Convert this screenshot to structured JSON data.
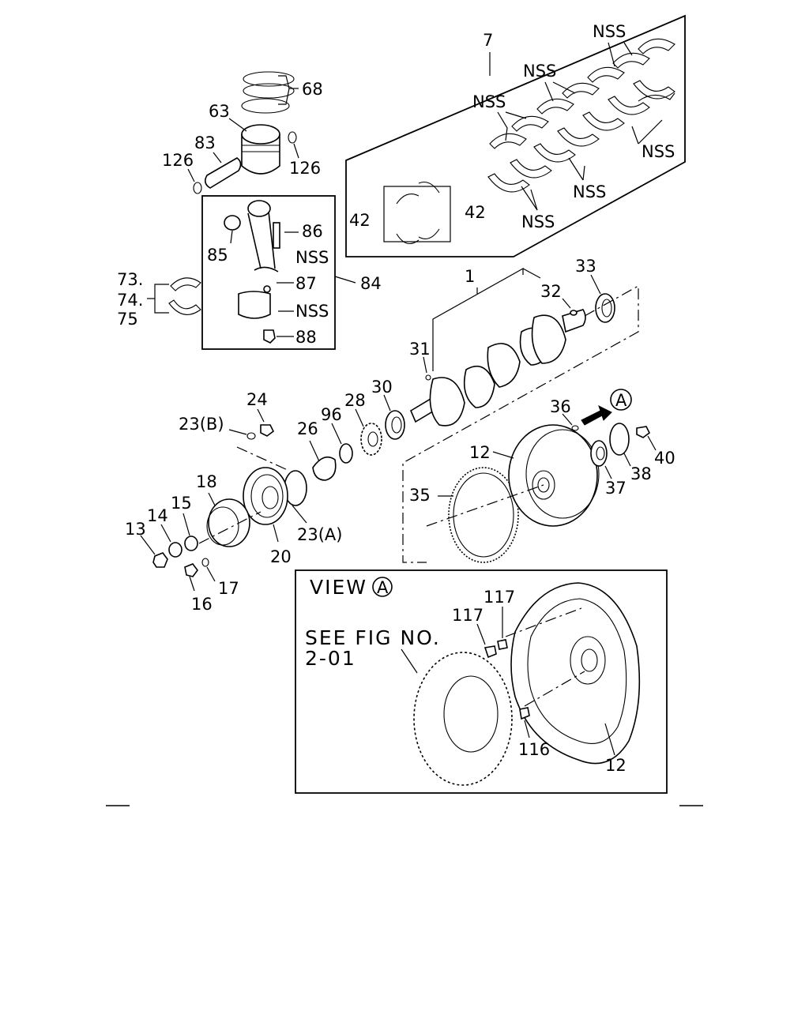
{
  "callouts": {
    "c7": "7",
    "c68": "68",
    "c63": "63",
    "c83": "83",
    "c126a": "126",
    "c126b": "126",
    "c86": "86",
    "c85": "85",
    "c87": "87",
    "c84": "84",
    "c88": "88",
    "c73": "73.",
    "c74": "74.",
    "c75": "75",
    "c42a": "42",
    "c42b": "42",
    "c1": "1",
    "c32": "32",
    "c33": "33",
    "c31": "31",
    "c24": "24",
    "c23b": "23(B)",
    "c26": "26",
    "c96": "96",
    "c28": "28",
    "c30": "30",
    "c36": "36",
    "c12a": "12",
    "c40": "40",
    "c38": "38",
    "c37": "37",
    "c35": "35",
    "c18": "18",
    "c15": "15",
    "c14": "14",
    "c13": "13",
    "c23a": "23(A)",
    "c20": "20",
    "c17": "17",
    "c16": "16",
    "c117a": "117",
    "c117b": "117",
    "c116": "116",
    "c12b": "12"
  },
  "nss_labels": [
    "NSS",
    "NSS",
    "NSS",
    "NSS",
    "NSS",
    "NSS",
    "NSS",
    "NSS"
  ],
  "view_marker": "A",
  "view_label": "VIEW",
  "view_marker_inset": "A",
  "see_fig_line1": "SEE FIG NO.",
  "see_fig_line2": "2-01"
}
